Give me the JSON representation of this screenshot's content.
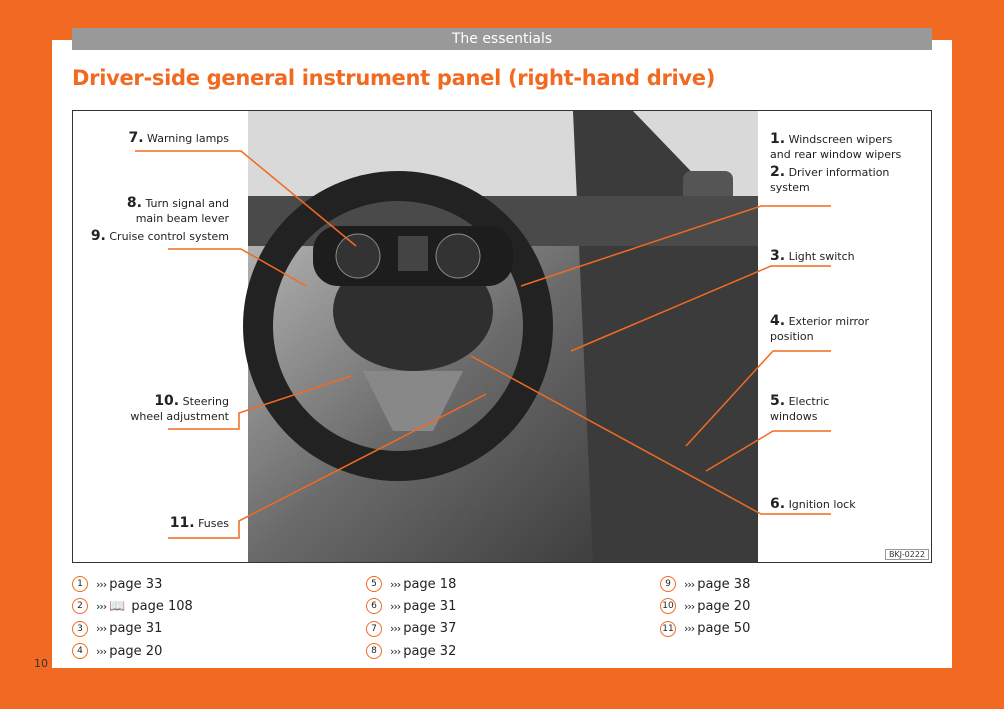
{
  "header": {
    "section": "The essentials"
  },
  "title": "Driver-side general instrument panel (right-hand drive)",
  "figure": {
    "code": "BKJ-0222",
    "labels": [
      {
        "n": "7.",
        "text": "Warning lamps"
      },
      {
        "n": "8.",
        "text1": "Turn signal and",
        "text2": "main beam lever"
      },
      {
        "n": "9.",
        "text": "Cruise control system"
      },
      {
        "n": "10.",
        "text1": "Steering",
        "text2": "wheel adjustment"
      },
      {
        "n": "11.",
        "text": "Fuses"
      },
      {
        "n": "1.",
        "text1": "Windscreen wipers",
        "text2": "and rear window wipers"
      },
      {
        "n": "2.",
        "text1": "Driver information",
        "text2": "system"
      },
      {
        "n": "3.",
        "text": "Light switch"
      },
      {
        "n": "4.",
        "text1": "Exterior mirror",
        "text2": "position"
      },
      {
        "n": "5.",
        "text1": "Electric",
        "text2": "windows"
      },
      {
        "n": "6.",
        "text": "Ignition lock"
      }
    ]
  },
  "refs": [
    {
      "n": "1",
      "arrow": "›››",
      "page": "page 33"
    },
    {
      "n": "2",
      "arrow": "›››",
      "icon": "book-icon",
      "page": "page 108"
    },
    {
      "n": "3",
      "arrow": "›››",
      "page": "page 31"
    },
    {
      "n": "4",
      "arrow": "›››",
      "page": "page 20"
    },
    {
      "n": "5",
      "arrow": "›››",
      "page": "page 18"
    },
    {
      "n": "6",
      "arrow": "›››",
      "page": "page 31"
    },
    {
      "n": "7",
      "arrow": "›››",
      "page": "page 37"
    },
    {
      "n": "8",
      "arrow": "›››",
      "page": "page 32"
    },
    {
      "n": "9",
      "arrow": "›››",
      "page": "page 38"
    },
    {
      "n": "10",
      "arrow": "›››",
      "page": "page 20"
    },
    {
      "n": "11",
      "arrow": "›››",
      "page": "page 50"
    }
  ],
  "page_number": "10",
  "colors": {
    "accent": "#f26a21",
    "header_bar": "#999999"
  }
}
